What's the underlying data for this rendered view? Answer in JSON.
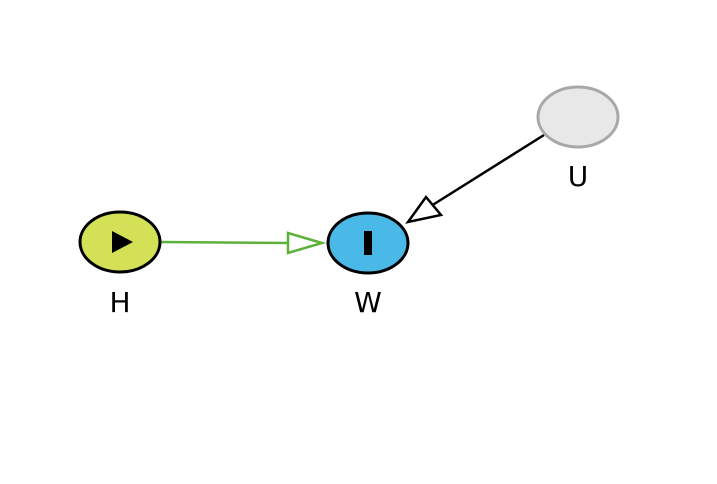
{
  "diagram": {
    "nodes": [
      {
        "id": "H",
        "label": "H",
        "fill": "#d4e157",
        "stroke": "#000000",
        "icon": "play-icon"
      },
      {
        "id": "W",
        "label": "W",
        "fill": "#4ab9e8",
        "stroke": "#000000",
        "icon": "pause-bar-icon"
      },
      {
        "id": "U",
        "label": "U",
        "fill": "#e8e8e8",
        "stroke": "#a8a8a8",
        "icon": ""
      }
    ],
    "edges": [
      {
        "from": "H",
        "to": "W",
        "color": "#5db13a",
        "head": "hollow-triangle"
      },
      {
        "from": "U",
        "to": "W",
        "color": "#000000",
        "head": "hollow-triangle"
      }
    ]
  }
}
